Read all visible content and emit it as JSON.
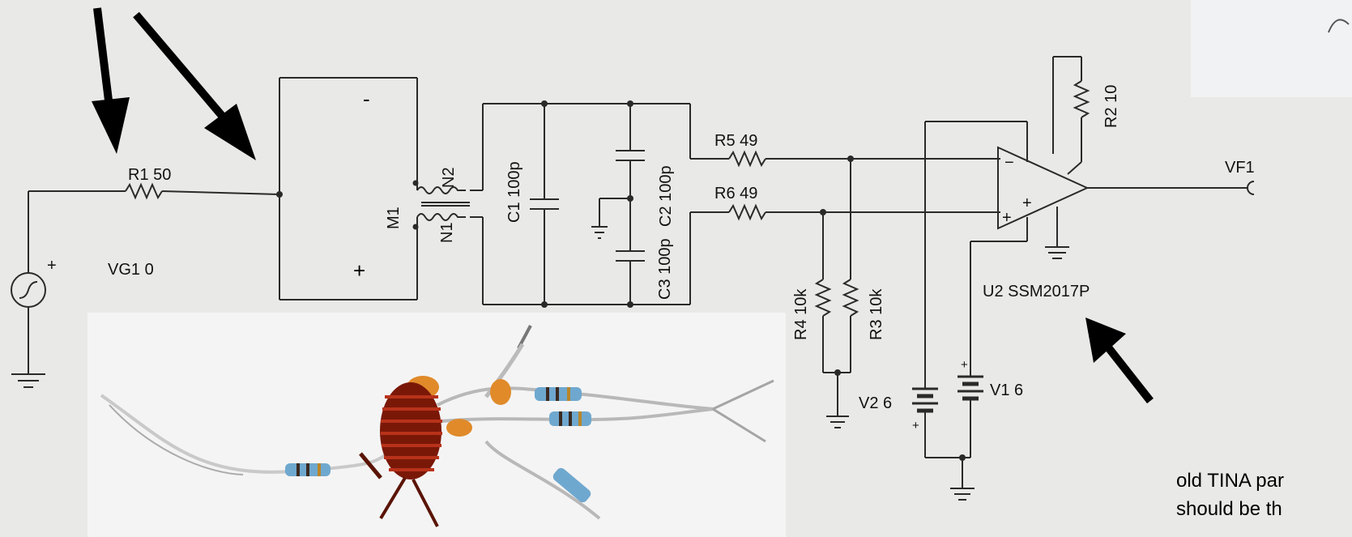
{
  "components": {
    "R1": {
      "ref": "R1",
      "value": "50"
    },
    "VG1": {
      "ref": "VG1",
      "value": "0"
    },
    "M1": {
      "ref": "M1"
    },
    "N1": {
      "ref": "N1"
    },
    "N2": {
      "ref": "N2"
    },
    "C1": {
      "ref": "C1",
      "value": "100p"
    },
    "C2": {
      "ref": "C2",
      "value": "100p"
    },
    "C3": {
      "ref": "C3",
      "value": "100p"
    },
    "R5": {
      "ref": "R5",
      "value": "49"
    },
    "R6": {
      "ref": "R6",
      "value": "49"
    },
    "R2": {
      "ref": "R2",
      "value": "10"
    },
    "R3": {
      "ref": "R3",
      "value": "10k"
    },
    "R4": {
      "ref": "R4",
      "value": "10k"
    },
    "V1": {
      "ref": "V1",
      "value": "6"
    },
    "V2": {
      "ref": "V2",
      "value": "6"
    },
    "U2": {
      "ref": "U2",
      "value": "SSM2017P"
    },
    "VF1": {
      "ref": "VF1"
    }
  },
  "polarity": {
    "minus": "-",
    "plus": "+"
  },
  "annotation": {
    "line1": "old TINA par",
    "line2": "should be th"
  },
  "colors": {
    "paper": "#e9e9e7",
    "wire": "#2a2a2a",
    "ink": "#000000",
    "copper": "#8a1a0c",
    "resistor_body": "#6fa8cf",
    "capacitor": "#e08a2a"
  }
}
